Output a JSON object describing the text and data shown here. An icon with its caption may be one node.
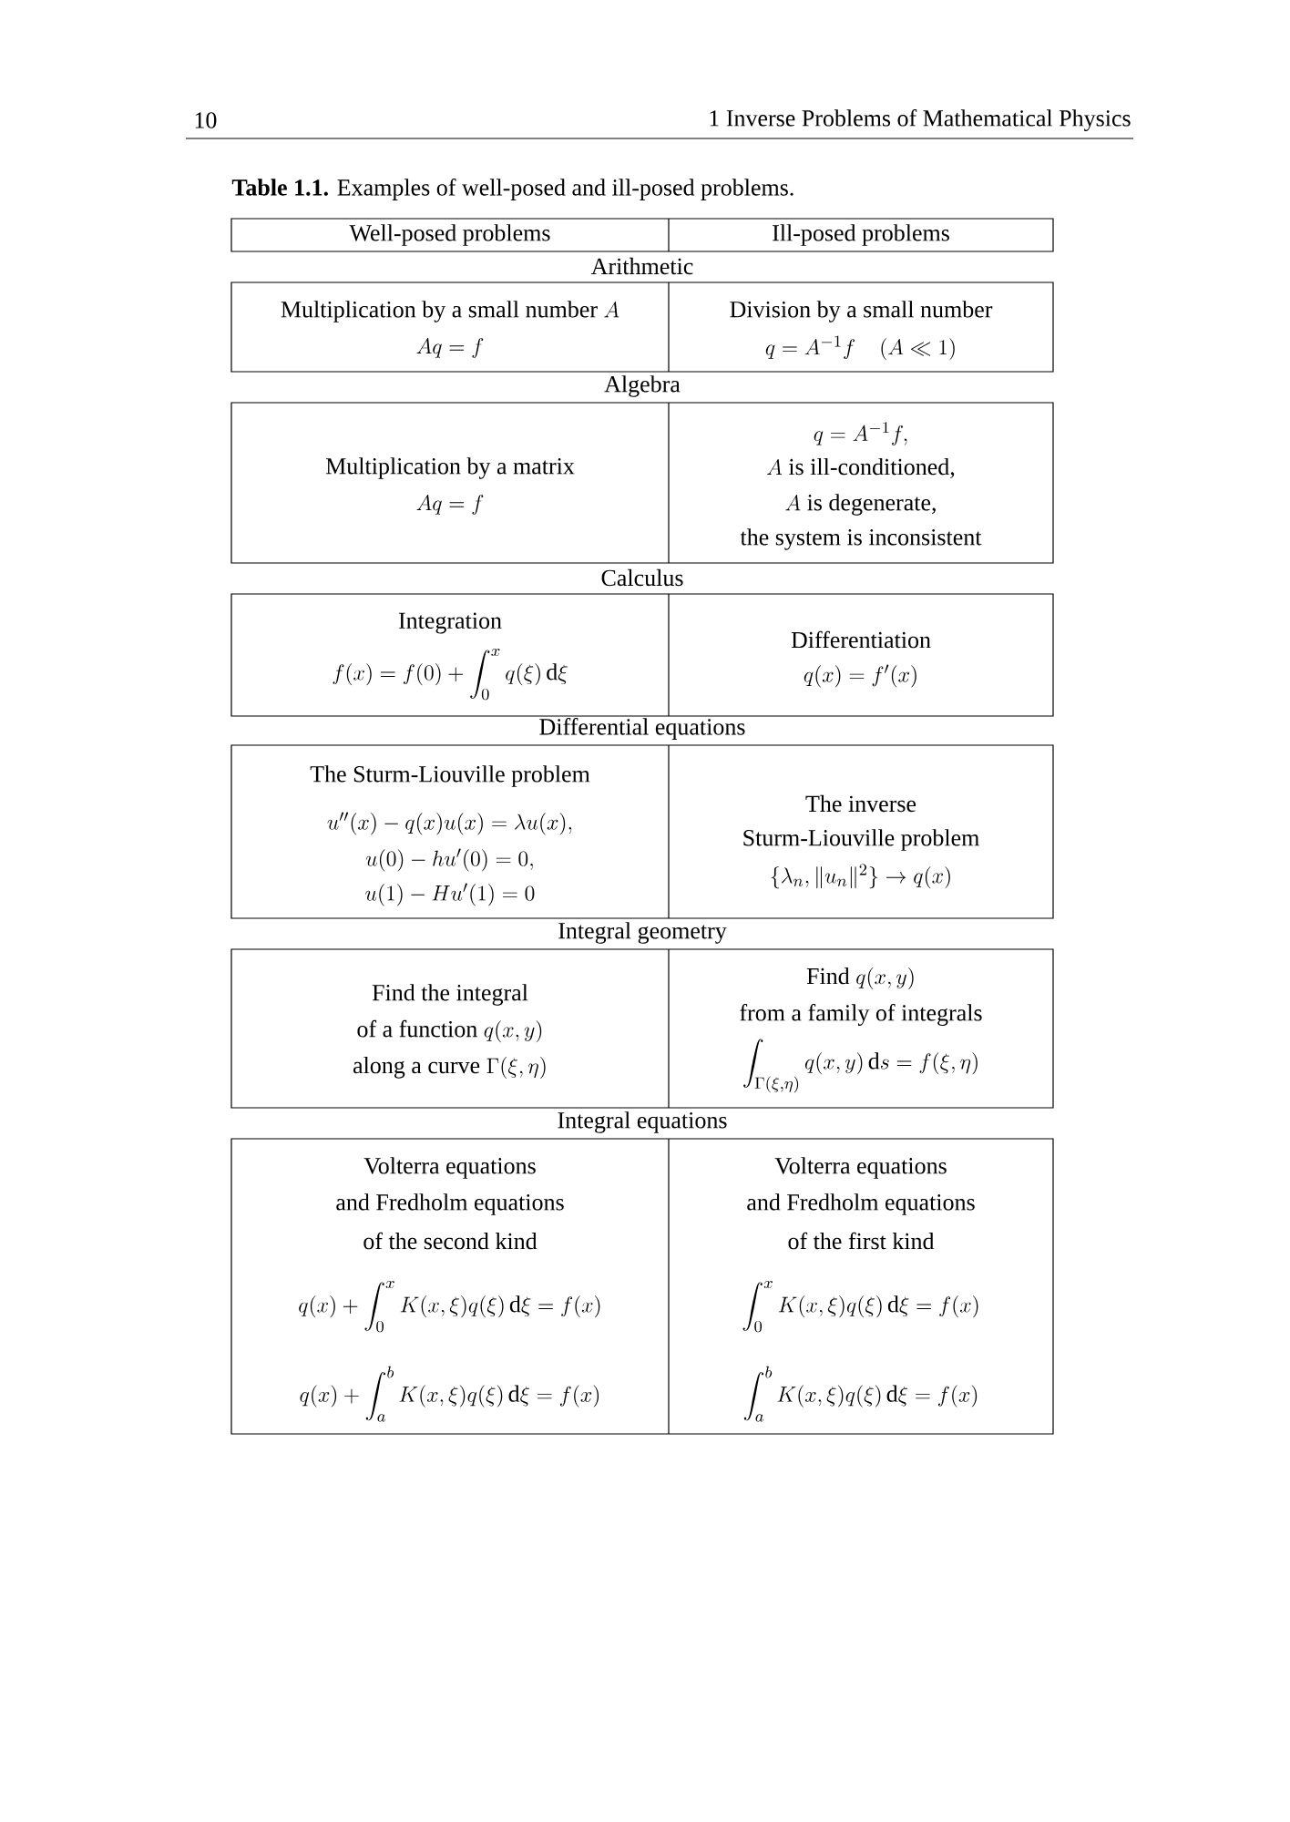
{
  "diagram": {
    "caption": "**Table 1.1.** Examples of well-posed and ill-posed problems.",
    "labels": [
      "10",
      "1 Inverse Problems of Mathematical Physics",
      "Well-posed problems",
      "Ill-posed problems",
      "Arithmetic",
      "\\text{Multiplication by a small number }A",
      "Aq = f",
      "Division by a small number",
      "q = A^{-1}f\\quad (A \\ll 1)",
      "Algebra",
      "Multiplication by a matrix",
      "Aq = f",
      "q = A^{-1}f,",
      "A\\text{ is ill-conditioned,}",
      "A\\text{ is degenerate,}",
      "the system is inconsistent",
      "Calculus",
      "Integration",
      "f(x) = f(0) + \\int_0^x q(\\xi)\\,\\mathrm{d}\\xi",
      "Differentiation",
      "q(x) = f'(x)",
      "Differential equations",
      "The Sturm-Liouville problem",
      "u''(x) - q(x)u(x) = \\lambda u(x),",
      "u(0) - hu'(0) = 0,",
      "u(1) - Hu'(1) = 0",
      "The inverse",
      "Sturm-Liouville problem",
      "\\{\\lambda_n, \\|u_n\\|^2\\} \\to q(x)",
      "Integral geometry",
      "Find the integral",
      "\\text{of a function }q(x,y)",
      "\\text{along a curve }\\Gamma(\\xi,\\eta)",
      "\\text{Find }q(x,y)",
      "from a family of integrals",
      "\\int_{\\Gamma(\\xi,\\eta)} q(x,y)\\,\\mathrm{d}s = f(\\xi,\\eta)",
      "Integral equations",
      "Volterra equations",
      "and Fredholm equations",
      "of the second kind",
      "q(x) + \\int_0^x K(x,\\xi)q(\\xi)\\,\\mathrm{d}\\xi = f(x)",
      "q(x) + \\int_a^b K(x,\\xi)q(\\xi)\\,\\mathrm{d}\\xi = f(x)",
      "Volterra equations",
      "and Fredholm equations",
      "of the first kind",
      "\\int_0^x K(x,\\xi)q(\\xi)\\,\\mathrm{d}\\xi = f(x)",
      "\\int_a^b K(x,\\xi)q(\\xi)\\,\\mathrm{d}\\xi = f(x)"
    ]
  }
}
